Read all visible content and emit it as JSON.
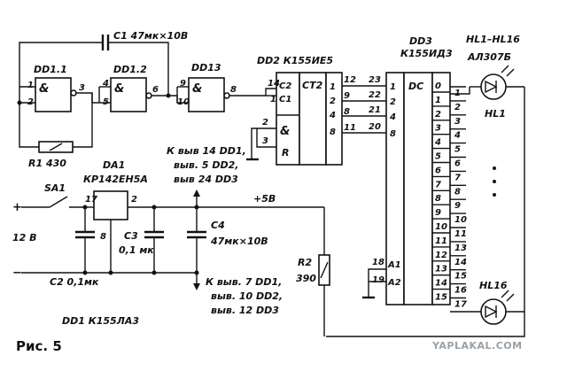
{
  "figure_title": "Рис. 5",
  "watermark": "YAPLAKAL.COM",
  "gates": [
    {
      "name": "DD1.1",
      "symbol": "&",
      "in_pins": [
        "1",
        "2"
      ],
      "out_pin": "3"
    },
    {
      "name": "DD1.2",
      "symbol": "&",
      "in_pins": [
        "4",
        "5"
      ],
      "out_pin": "6"
    },
    {
      "name": "DD13",
      "symbol": "&",
      "in_pins": [
        "9",
        "10"
      ],
      "out_pin": "8"
    }
  ],
  "capacitor_c1": "C1 47мк×10В",
  "resistor_r1": "R1 430",
  "counter": {
    "name": "DD2 К155ИЕ5",
    "func": "CT2",
    "c2": "C2",
    "c1": "C1",
    "reset_sym": "&",
    "reset_r": "R",
    "pin_c2": "14",
    "pin_c1": "1",
    "pin_r1": "2",
    "pin_r2": "3",
    "weights": [
      "1",
      "2",
      "4",
      "8"
    ],
    "out_pins": [
      "12",
      "9",
      "8",
      "11"
    ]
  },
  "decoder": {
    "name": "DD3",
    "model": "К155ИД3",
    "func": "DC",
    "in_pins": [
      "23",
      "22",
      "21",
      "20"
    ],
    "in_weights": [
      "1",
      "2",
      "4",
      "8"
    ],
    "a1_pin": "18",
    "a2_pin": "19",
    "a1": "A1",
    "a2": "A2",
    "outputs": [
      "0",
      "1",
      "2",
      "3",
      "4",
      "5",
      "6",
      "7",
      "8",
      "9",
      "10",
      "11",
      "12",
      "13",
      "14",
      "15"
    ],
    "out_pins": [
      "1",
      "2",
      "3",
      "4",
      "5",
      "6",
      "7",
      "8",
      "9",
      "10",
      "11",
      "13",
      "14",
      "15",
      "16",
      "17"
    ]
  },
  "leds": {
    "range": "HL1–HL16",
    "model": "АЛ307Б",
    "first": "HL1",
    "last": "HL16"
  },
  "regulator": {
    "name": "DA1",
    "model": "КР142ЕН5А",
    "in_pin": "17",
    "out_pin": "2",
    "gnd_pin": "8"
  },
  "supply": {
    "switch": "SA1",
    "voltage": "12 В",
    "plus": "+",
    "minus": "−",
    "rail": "+5В"
  },
  "c2_label": "C2 0,1мк",
  "c3_label": [
    "C3",
    "0,1 мк"
  ],
  "c4_label": [
    "C4",
    "47мк×10В"
  ],
  "r2_label": [
    "R2",
    "390"
  ],
  "note_top": [
    "К выв 14 DD1,",
    "выв. 5 DD2,",
    "выв 24 DD3"
  ],
  "note_bottom": [
    "К выв. 7 DD1,",
    "выв. 10 DD2,",
    "выв. 12 DD3"
  ],
  "footnote": "DD1 К155ЛА3"
}
